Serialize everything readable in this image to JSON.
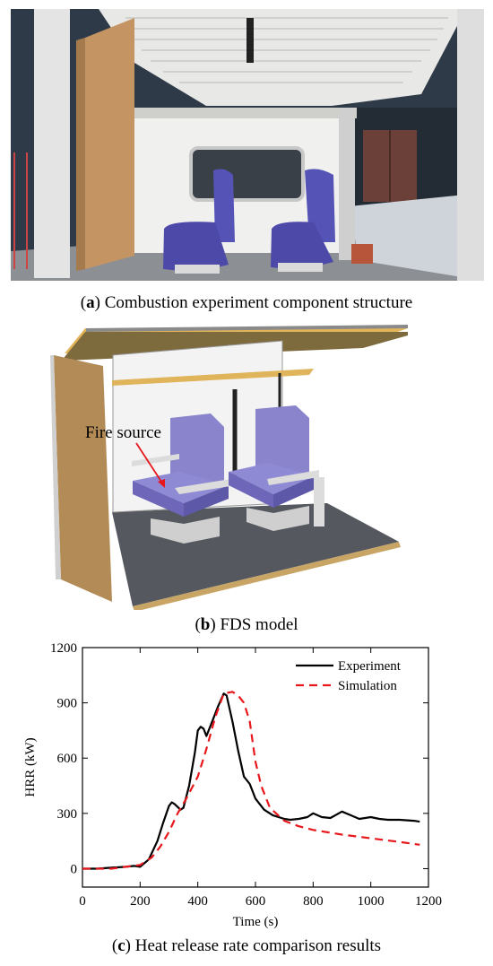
{
  "figure": {
    "panel_a": {
      "letter": "a",
      "caption_text": " Combustion experiment component structure"
    },
    "panel_b": {
      "letter": "b",
      "caption_text": " FDS model",
      "annotation": "Fire source"
    },
    "panel_c": {
      "letter": "c",
      "caption_text": " Heat release rate comparison results"
    }
  },
  "chart_data": {
    "type": "line",
    "xlabel": "Time (s)",
    "ylabel": "HRR (kW)",
    "xlim": [
      0,
      1200
    ],
    "ylim": [
      -100,
      1200
    ],
    "xticks": [
      0,
      200,
      400,
      600,
      800,
      1000,
      1200
    ],
    "yticks": [
      0,
      300,
      600,
      900,
      1200
    ],
    "legend_position": "top-right",
    "grid": false,
    "series": [
      {
        "name": "Experiment",
        "color": "#000000",
        "style": "solid",
        "x": [
          0,
          50,
          100,
          150,
          180,
          200,
          230,
          260,
          280,
          300,
          310,
          320,
          340,
          350,
          370,
          390,
          400,
          410,
          420,
          430,
          450,
          470,
          490,
          500,
          520,
          540,
          560,
          580,
          600,
          630,
          660,
          700,
          720,
          750,
          780,
          800,
          830,
          860,
          900,
          930,
          960,
          1000,
          1030,
          1060,
          1100,
          1150,
          1170
        ],
        "y": [
          0,
          0,
          5,
          10,
          15,
          10,
          50,
          150,
          250,
          340,
          360,
          350,
          320,
          330,
          450,
          630,
          750,
          770,
          760,
          720,
          800,
          880,
          950,
          940,
          800,
          640,
          500,
          460,
          380,
          320,
          290,
          270,
          265,
          270,
          280,
          300,
          280,
          275,
          310,
          290,
          270,
          280,
          270,
          265,
          265,
          260,
          255
        ]
      },
      {
        "name": "Simulation",
        "color": "#e8171c",
        "style": "dashed",
        "x": [
          0,
          50,
          100,
          150,
          200,
          240,
          270,
          300,
          330,
          360,
          400,
          430,
          460,
          490,
          520,
          540,
          560,
          580,
          600,
          620,
          650,
          700,
          750,
          800,
          900,
          1000,
          1100,
          1170
        ],
        "y": [
          0,
          0,
          0,
          10,
          20,
          60,
          120,
          200,
          300,
          380,
          500,
          650,
          820,
          950,
          960,
          940,
          900,
          800,
          580,
          450,
          330,
          260,
          230,
          210,
          185,
          165,
          145,
          130
        ]
      }
    ]
  }
}
